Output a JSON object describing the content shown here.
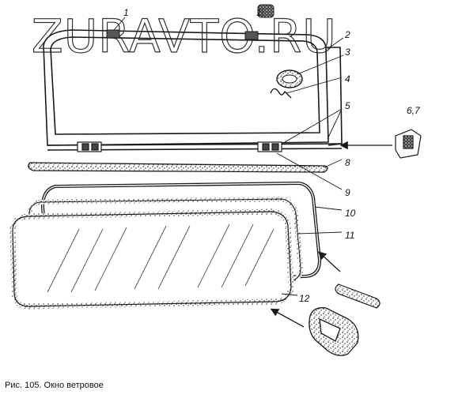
{
  "watermark": "ZURAVTO.RU",
  "caption": "Рис. 105. Окно ветровое",
  "callouts": {
    "c1": "1",
    "c1b": "1",
    "c2": "2",
    "c3": "3",
    "c4": "4",
    "c5": "5",
    "c67": "6,7",
    "c8": "8",
    "c9": "9",
    "c10": "10",
    "c11": "11",
    "c12": "12"
  },
  "colors": {
    "ink": "#1a1a1a",
    "hatch": "#555555",
    "paper": "#ffffff"
  }
}
